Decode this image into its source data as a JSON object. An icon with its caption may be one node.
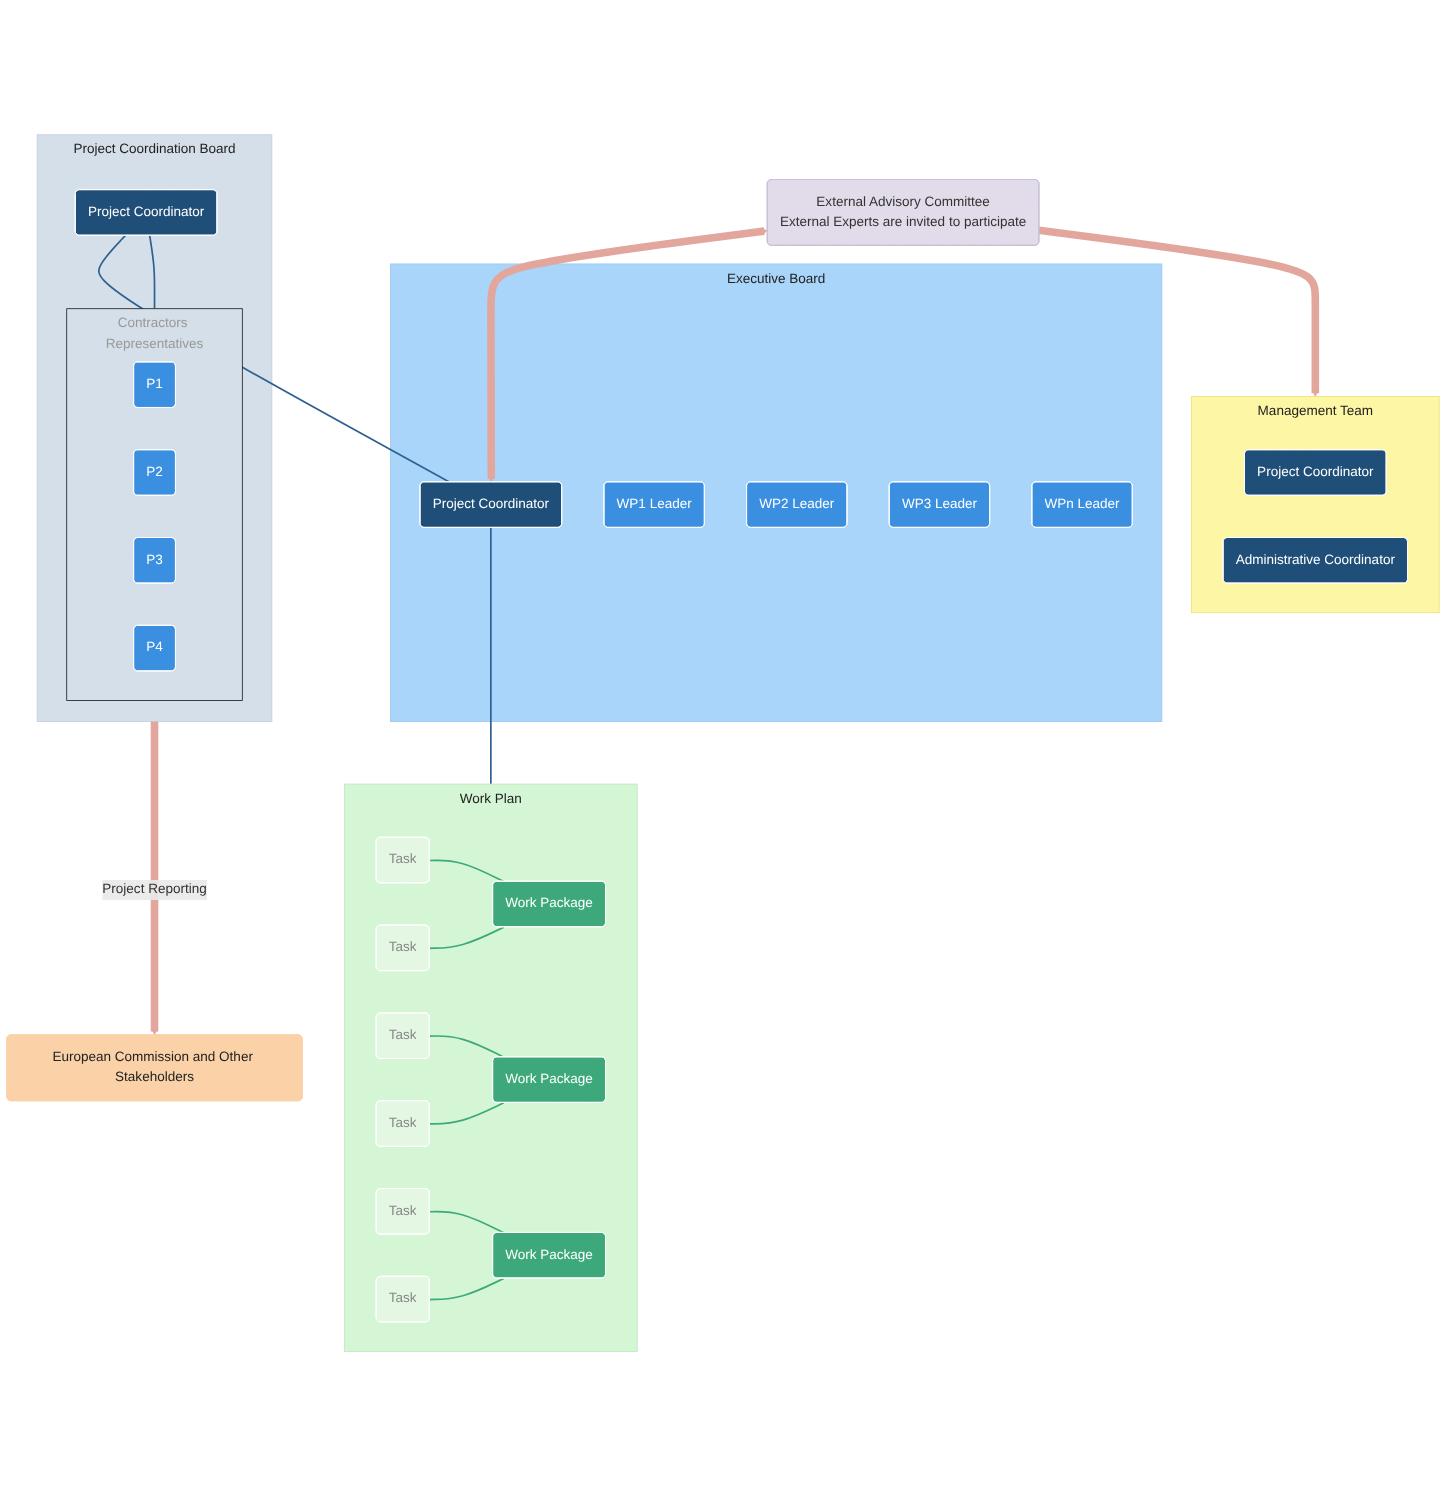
{
  "diagram": {
    "nodes": [
      {
        "text": [
          "European Commission and Other Stakeholders"
        ]
      },
      {
        "text": [
          "Management Team"
        ]
      },
      {
        "text": [
          "Project Coordinator"
        ],
        "in": 1
      },
      {
        "text": [
          "Administrative Coordinator"
        ],
        "in": 1
      },
      {
        "text": [
          "External Advisory Committee",
          "External Experts are invited to participate"
        ]
      },
      {
        "text": [
          "Project Coordination Board"
        ]
      },
      {
        "text": [
          "Project Coordinator"
        ],
        "in": 5
      },
      {
        "text": [
          "Contractors Representatives"
        ],
        "in": 5
      },
      {
        "text": [
          "P1"
        ],
        "in": 7
      },
      {
        "text": [
          "P2"
        ],
        "in": 7
      },
      {
        "text": [
          "P3"
        ],
        "in": 7
      },
      {
        "text": [
          "P4"
        ],
        "in": 7
      },
      {
        "text": [
          "Executive Board"
        ]
      },
      {
        "text": [
          "Project Coordinator"
        ],
        "in": 12
      },
      {
        "text": [
          "WP1 Leader"
        ],
        "in": 12
      },
      {
        "text": [
          "WP2 Leader"
        ],
        "in": 12
      },
      {
        "text": [
          "WP3 Leader"
        ],
        "in": 12
      },
      {
        "text": [
          "WPn Leader"
        ],
        "in": 12
      },
      {
        "text": [
          "Work Plan"
        ]
      },
      {
        "text": [
          "Task"
        ],
        "in": 18
      },
      {
        "text": [
          "Task"
        ],
        "in": 18
      },
      {
        "text": [
          "Task"
        ],
        "in": 18
      },
      {
        "text": [
          "Task"
        ],
        "in": 18
      },
      {
        "text": [
          "Task"
        ],
        "in": 18
      },
      {
        "text": [
          "Task"
        ],
        "in": 18
      },
      {
        "text": [
          "Work Package"
        ],
        "in": 18
      },
      {
        "text": [
          "Work Package"
        ],
        "in": 18
      },
      {
        "text": [
          "Work Package"
        ],
        "in": 18
      }
    ],
    "edges": [
      {
        "from": 4,
        "to": 1,
        "arrow": "to",
        "style": "thick",
        "color": "#e3a69c"
      },
      {
        "from": 5,
        "to": 0,
        "arrow": "to",
        "style": "thick",
        "color": "#e3a69c",
        "label": "Project Reporting"
      },
      {
        "from": 4,
        "to": 13,
        "arrow": "both",
        "style": "thick",
        "color": "#e3a69c"
      },
      {
        "from": 6,
        "to": 7,
        "arrow": "none",
        "color": "#2e6190"
      },
      {
        "from": 6,
        "to": 13,
        "arrow": "none",
        "color": "#2e6190"
      },
      {
        "from": 13,
        "to": 18,
        "arrow": "none",
        "color": "#2e6190"
      },
      {
        "from": 19,
        "to": 25,
        "arrow": "none"
      },
      {
        "from": 20,
        "to": 25,
        "arrow": "none"
      },
      {
        "from": 21,
        "to": 26,
        "arrow": "none"
      },
      {
        "from": 22,
        "to": 26,
        "arrow": "none"
      },
      {
        "from": 23,
        "to": 27,
        "arrow": "none"
      },
      {
        "from": 24,
        "to": 27,
        "arrow": "none"
      }
    ]
  }
}
